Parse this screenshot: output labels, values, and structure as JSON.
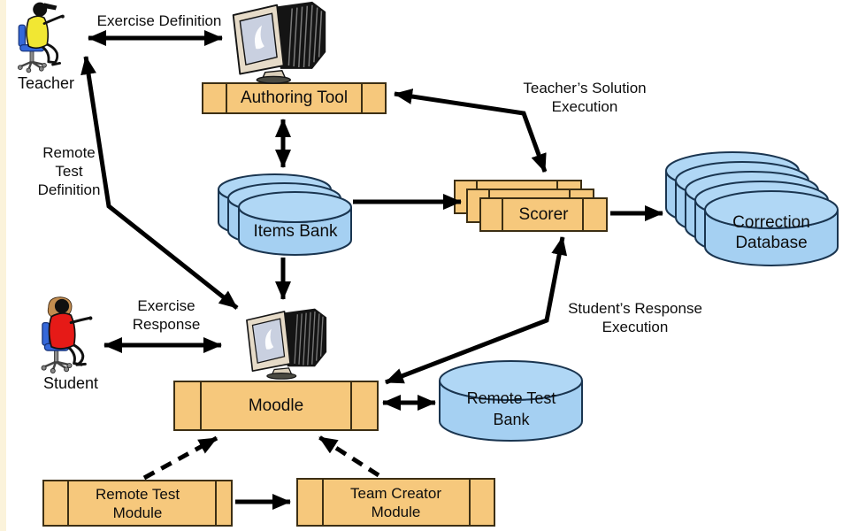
{
  "diagram": {
    "type": "architecture-diagram",
    "actors": {
      "teacher": {
        "label": "Teacher"
      },
      "student": {
        "label": "Student"
      }
    },
    "nodes": {
      "authoring_tool": {
        "label": "Authoring Tool"
      },
      "items_bank": {
        "label": "Items Bank"
      },
      "scorer": {
        "label": "Scorer"
      },
      "correction_database": {
        "lines": [
          "Correction",
          "Database"
        ]
      },
      "moodle": {
        "label": "Moodle"
      },
      "remote_test_bank": {
        "lines": [
          "Remote Test",
          "Bank"
        ]
      },
      "remote_test_module": {
        "lines": [
          "Remote Test",
          "Module"
        ]
      },
      "team_creator_module": {
        "lines": [
          "Team Creator",
          "Module"
        ]
      }
    },
    "flow_labels": {
      "exercise_definition": {
        "lines": [
          "Exercise Definition"
        ]
      },
      "remote_test_definition": {
        "lines": [
          "Remote",
          "Test",
          "Definition"
        ]
      },
      "teachers_solution_execution": {
        "lines": [
          "Teacher’s Solution",
          "Execution"
        ]
      },
      "exercise_response": {
        "lines": [
          "Exercise",
          "Response"
        ]
      },
      "students_response_execution": {
        "lines": [
          "Student’s Response",
          "Execution"
        ]
      }
    },
    "colors": {
      "background": "#ffffff",
      "edge_strip": "#fbf3db",
      "box_fill": "#f6c87c",
      "box_border": "#3c2f14",
      "cylinder_fill": "#a5d0f2",
      "cylinder_lid": "#b0d7f5",
      "cylinder_border": "#1a3550",
      "arrow_color": "#000000",
      "label_color": "#0d0d0d",
      "teacher_shirt": "#f1e733",
      "student_shirt": "#e61a17",
      "chair_blue": "#3568d9",
      "hair_brown": "#c28d50",
      "monitor_body": "#e6dbc8",
      "monitor_screen": "#c9d0e0",
      "monitor_dark": "#141414"
    }
  }
}
